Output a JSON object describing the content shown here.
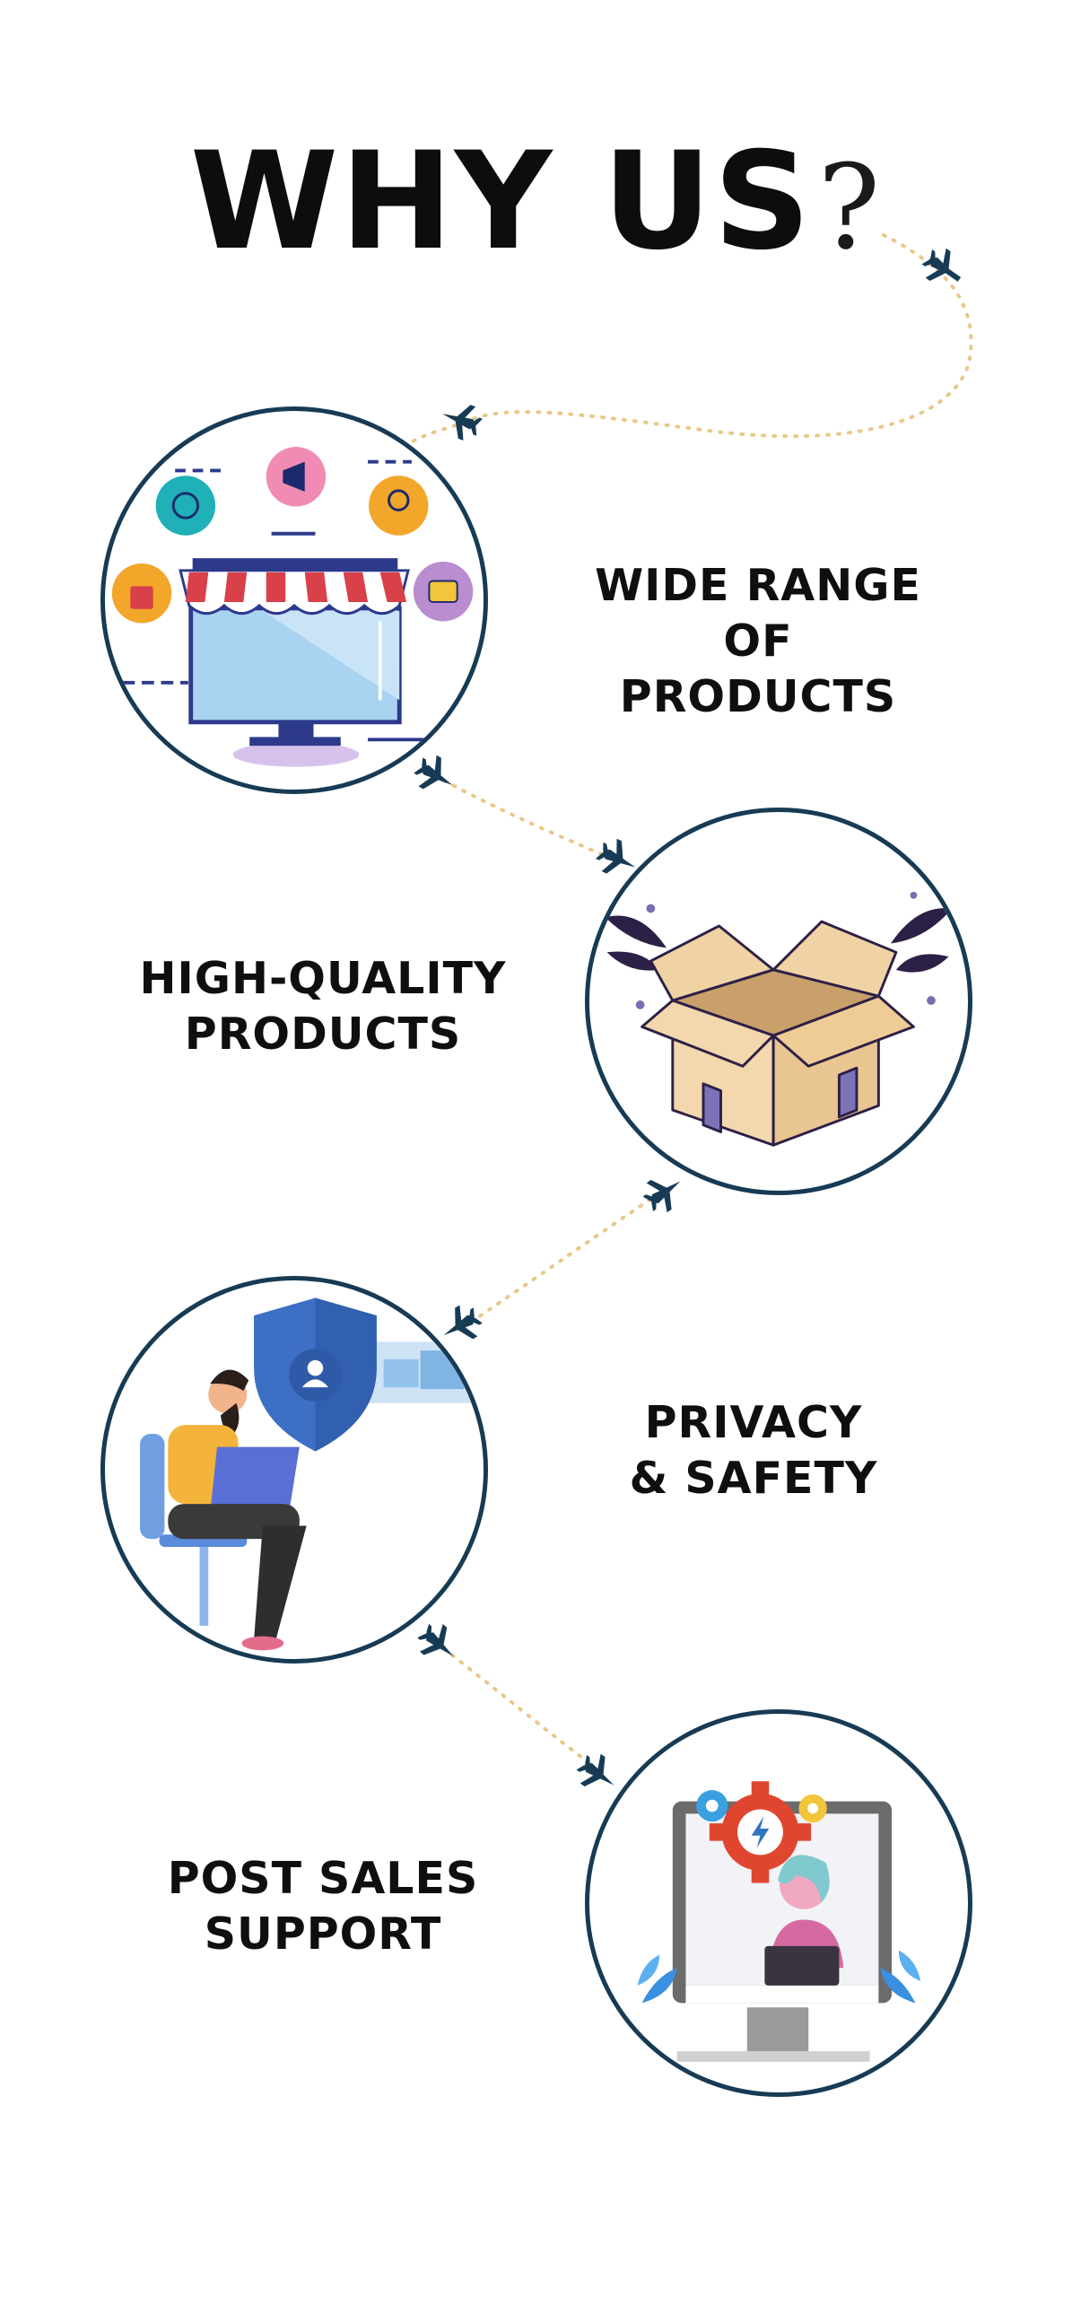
{
  "header": {
    "title": "WHY US",
    "question_mark": "?"
  },
  "features": [
    {
      "line1": "WIDE RANGE OF",
      "line2": "PRODUCTS",
      "icon": "online-store-icon"
    },
    {
      "line1": "HIGH-QUALITY",
      "line2": "PRODUCTS",
      "icon": "open-box-icon"
    },
    {
      "line1": "PRIVACY",
      "line2": "& SAFETY",
      "icon": "privacy-shield-icon"
    },
    {
      "line1": "POST SALES",
      "line2": "SUPPORT",
      "icon": "support-agent-icon"
    }
  ],
  "colors": {
    "circle_border": "#173b55",
    "path_dots": "#e8c98a",
    "plane": "#173b55",
    "awning_red": "#d8404a",
    "shield_blue": "#3d6fc4"
  }
}
